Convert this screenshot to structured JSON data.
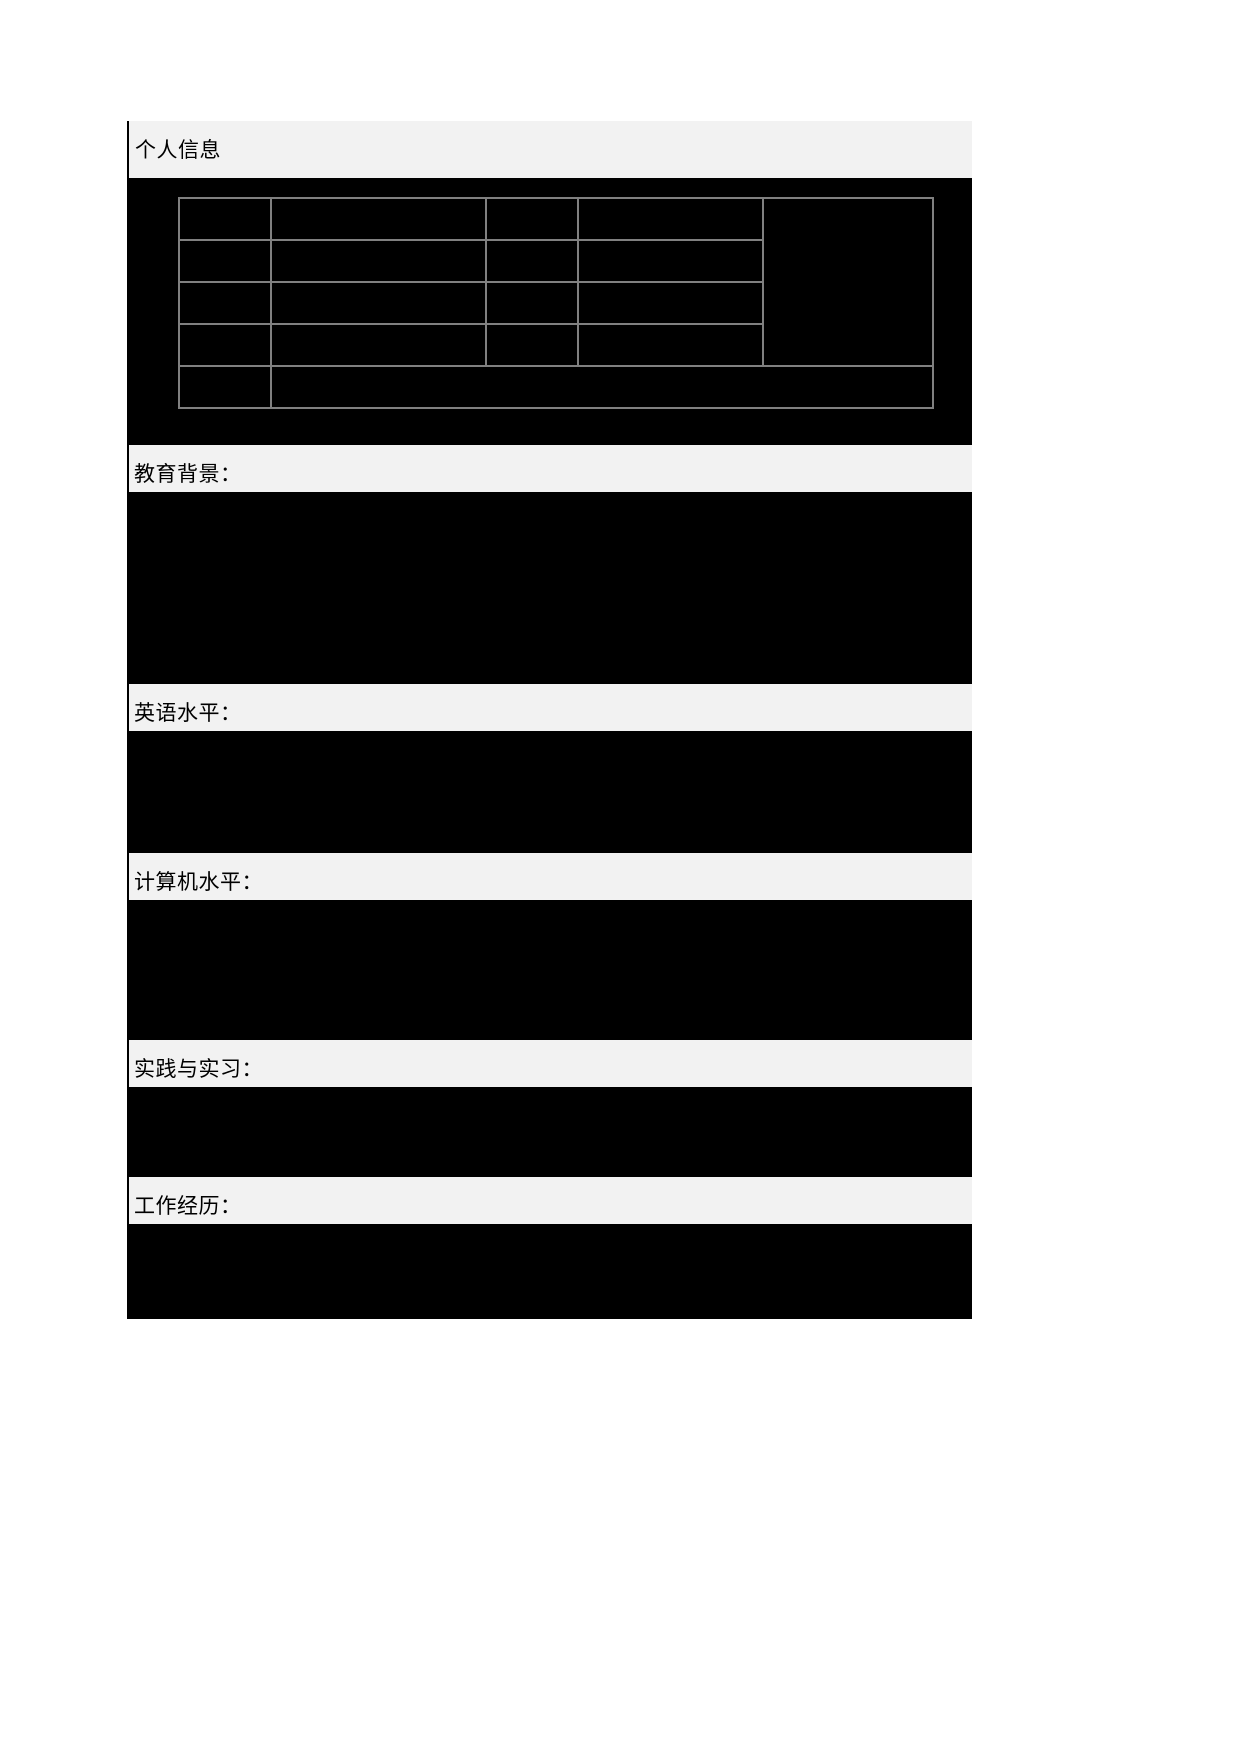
{
  "document": {
    "type": "resume-form",
    "language": "zh-CN",
    "page_background": "#ffffff",
    "band_background": "#f2f2f2",
    "redaction_color": "#000000",
    "grid_line_color": "#808080"
  },
  "sections": {
    "personal_info": {
      "title": "个人信息",
      "table": {
        "rows": [
          {
            "cells": [
              "",
              "",
              "",
              ""
            ],
            "photo_cell": true
          },
          {
            "cells": [
              "",
              "",
              "",
              ""
            ]
          },
          {
            "cells": [
              "",
              "",
              "",
              ""
            ]
          },
          {
            "cells": [
              "",
              "",
              "",
              ""
            ]
          },
          {
            "cells": [
              "",
              ""
            ],
            "merged": true
          }
        ],
        "column_headers": [
          "",
          "",
          "",
          "",
          ""
        ]
      }
    },
    "education": {
      "title": "教育背景：",
      "content": ""
    },
    "english": {
      "title": "英语水平：",
      "content": ""
    },
    "computer": {
      "title": "计算机水平：",
      "content": ""
    },
    "practice": {
      "title": "实践与实习：",
      "content": ""
    },
    "work": {
      "title": "工作经历：",
      "content": ""
    }
  }
}
